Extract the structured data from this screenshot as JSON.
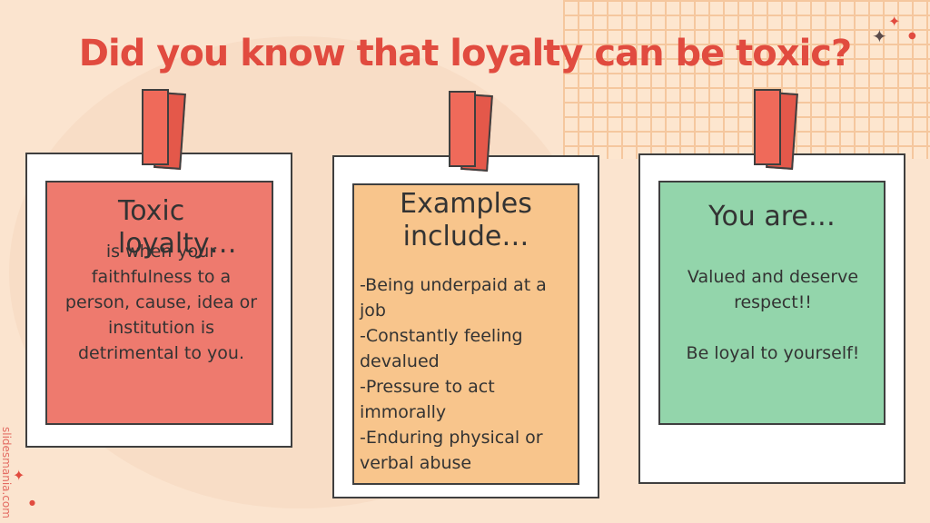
{
  "slide": {
    "title": "Did you know that loyalty can be toxic?",
    "watermark": "slidesmania.com"
  },
  "cards": [
    {
      "title": "Toxic loyalty…",
      "body": "is when your faithfulness to a person, cause, idea or institution is detrimental to you.",
      "color": "#ee7a6e"
    },
    {
      "title": "Examples include…",
      "body": "-Being underpaid at a job\n-Constantly feeling devalued\n-Pressure to act immorally\n-Enduring physical or verbal abuse",
      "color": "#f8c58c"
    },
    {
      "title": "You are…",
      "body": "Valued and deserve respect!!\n\nBe loyal to yourself!",
      "color": "#93d5ab"
    }
  ],
  "colors": {
    "background": "#fbe4cf",
    "accent": "#e14b3f",
    "tape": "#ef6a5a"
  },
  "icons": {
    "sparkle": "sparkle-icon",
    "dot": "dot-icon"
  }
}
